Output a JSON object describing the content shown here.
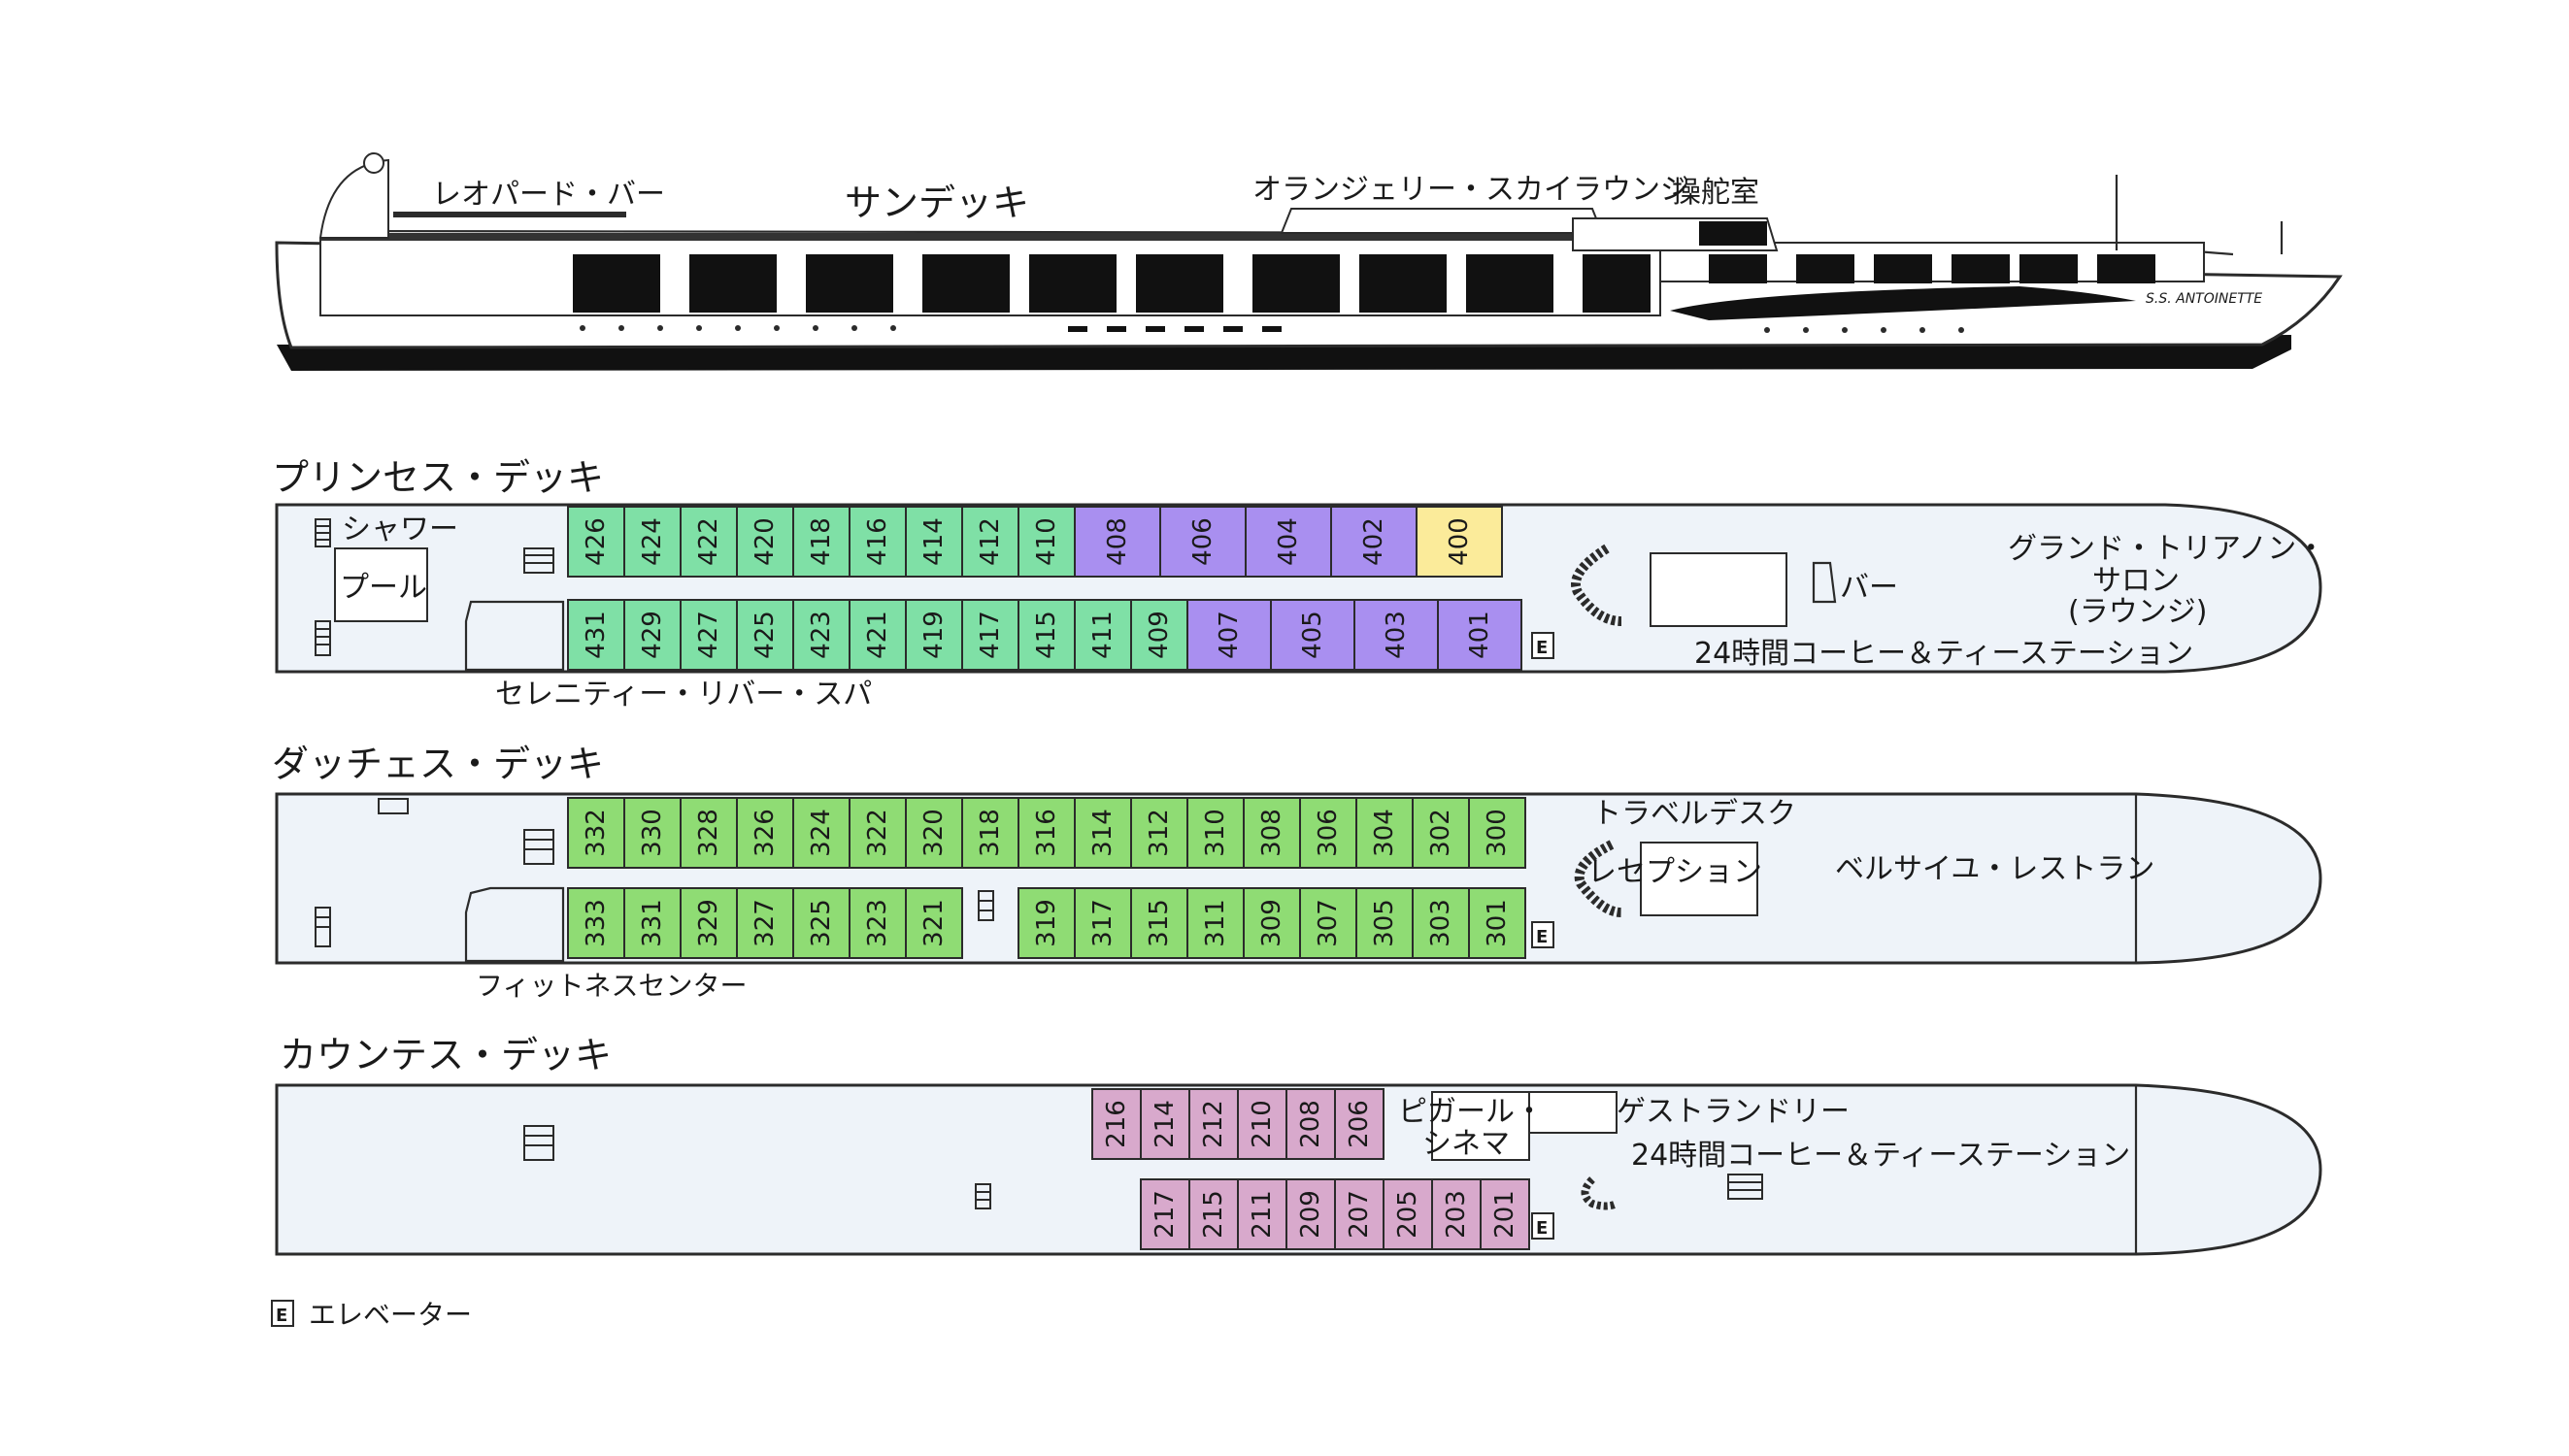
{
  "ship": {
    "name_plate": "S.S. ANTOINETTE",
    "labels": {
      "leopard_bar": "レオパード・バー",
      "sun_deck": "サンデッキ",
      "orangerie": "オランジェリー・スカイラウンジ",
      "wheelhouse": "操舵室"
    }
  },
  "colors": {
    "green": "#7fe0a6",
    "lightgreen": "#8fdc74",
    "purple": "#a98ff0",
    "yellow": "#fbeb9a",
    "pink": "#d8a9cc",
    "hull_fill": "#eef3f9",
    "outline": "#2b2b2b"
  },
  "decks": [
    {
      "id": "princess",
      "title": "プリンセス・デッキ",
      "labels": {
        "shower": "シャワー",
        "pool": "プール",
        "spa": "セレニティー・リバー・スパ",
        "bar": "バー",
        "salon_line1": "グランド・トリアノン・",
        "salon_line2": "サロン",
        "salon_line3": "(ラウンジ)",
        "coffee": "24時間コーヒー＆ティーステーション"
      },
      "top_cabins": [
        {
          "num": "426",
          "color": "green"
        },
        {
          "num": "424",
          "color": "green"
        },
        {
          "num": "422",
          "color": "green"
        },
        {
          "num": "420",
          "color": "green"
        },
        {
          "num": "418",
          "color": "green"
        },
        {
          "num": "416",
          "color": "green"
        },
        {
          "num": "414",
          "color": "green"
        },
        {
          "num": "412",
          "color": "green"
        },
        {
          "num": "410",
          "color": "green"
        },
        {
          "num": "408",
          "color": "purple"
        },
        {
          "num": "406",
          "color": "purple"
        },
        {
          "num": "404",
          "color": "purple"
        },
        {
          "num": "402",
          "color": "purple"
        },
        {
          "num": "400",
          "color": "yellow"
        }
      ],
      "bottom_cabins": [
        {
          "num": "431",
          "color": "green"
        },
        {
          "num": "429",
          "color": "green"
        },
        {
          "num": "427",
          "color": "green"
        },
        {
          "num": "425",
          "color": "green"
        },
        {
          "num": "423",
          "color": "green"
        },
        {
          "num": "421",
          "color": "green"
        },
        {
          "num": "419",
          "color": "green"
        },
        {
          "num": "417",
          "color": "green"
        },
        {
          "num": "415",
          "color": "green"
        },
        {
          "num": "411",
          "color": "green"
        },
        {
          "num": "409",
          "color": "green"
        },
        {
          "num": "407",
          "color": "purple"
        },
        {
          "num": "405",
          "color": "purple"
        },
        {
          "num": "403",
          "color": "purple"
        },
        {
          "num": "401",
          "color": "purple"
        }
      ]
    },
    {
      "id": "duchess",
      "title": "ダッチェス・デッキ",
      "labels": {
        "travel_desk": "トラベルデスク",
        "reception": "レセプション",
        "restaurant": "ベルサイユ・レストラン",
        "fitness": "フィットネスセンター"
      },
      "top_cabins": [
        "332",
        "330",
        "328",
        "326",
        "324",
        "322",
        "320",
        "318",
        "316",
        "314",
        "312",
        "310",
        "308",
        "306",
        "304",
        "302",
        "300"
      ],
      "bottom_cabins_a": [
        "333",
        "331",
        "329",
        "327",
        "325",
        "323",
        "321"
      ],
      "bottom_cabins_b": [
        "319",
        "317",
        "315",
        "311",
        "309",
        "307",
        "305",
        "303",
        "301"
      ]
    },
    {
      "id": "countess",
      "title": "カウンテス・デッキ",
      "labels": {
        "pigalle_line1": "ピガール・",
        "pigalle_line2": "シネマ",
        "laundry": "ゲストランドリー",
        "coffee": "24時間コーヒー＆ティーステーション"
      },
      "top_cabins": [
        "216",
        "214",
        "212",
        "210",
        "208",
        "206"
      ],
      "bottom_cabins": [
        "217",
        "215",
        "211",
        "209",
        "207",
        "205",
        "203",
        "201"
      ]
    }
  ],
  "legend": {
    "icon": "E",
    "label": "エレベーター"
  }
}
